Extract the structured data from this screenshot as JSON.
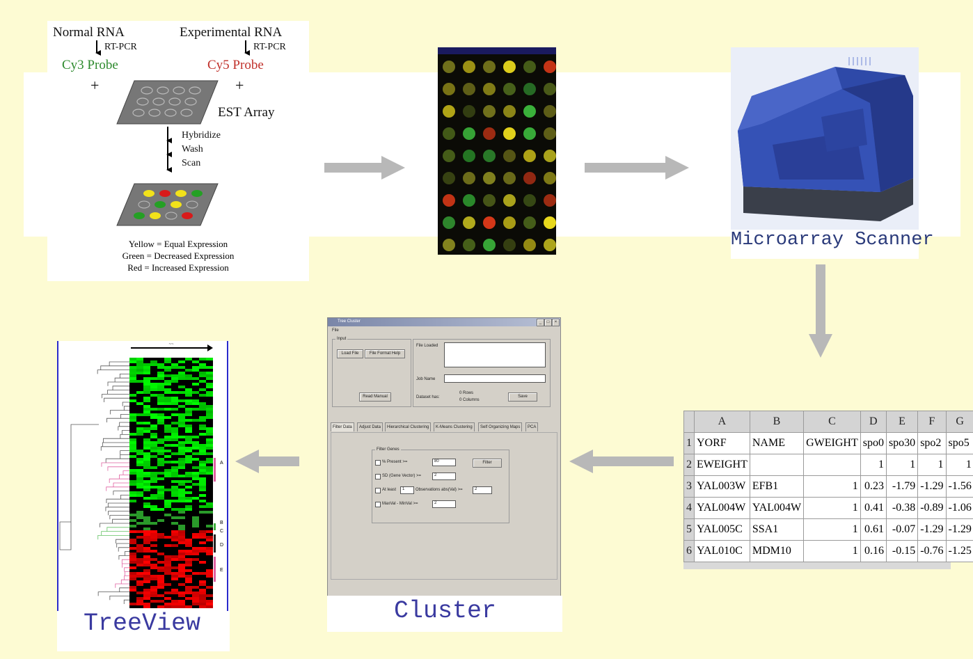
{
  "protocol": {
    "normal_rna": "Normal RNA",
    "experimental_rna": "Experimental RNA",
    "rt_pcr_left": "RT-PCR",
    "rt_pcr_right": "RT-PCR",
    "cy3_probe": "Cy3 Probe",
    "cy5_probe": "Cy5 Probe",
    "plus_left": "+",
    "plus_right": "+",
    "est_array": "EST Array",
    "steps": [
      "Hybridize",
      "Wash",
      "Scan"
    ],
    "legend": [
      "Yellow = Equal Expression",
      "Green = Decreased Expression",
      "Red = Increased Expression"
    ]
  },
  "scanner": {
    "label": "Microarray Scanner"
  },
  "spreadsheet": {
    "column_letters": [
      "A",
      "B",
      "C",
      "D",
      "E",
      "F",
      "G"
    ],
    "row_numbers": [
      "1",
      "2",
      "3",
      "4",
      "5",
      "6"
    ],
    "rows": [
      [
        "YORF",
        "NAME",
        "GWEIGHT",
        "spo0",
        "spo30",
        "spo2",
        "spo5"
      ],
      [
        "EWEIGHT",
        "",
        "",
        "1",
        "1",
        "1",
        "1"
      ],
      [
        "YAL003W",
        "EFB1",
        "1",
        "0.23",
        "-1.79",
        "-1.29",
        "-1.56"
      ],
      [
        "YAL004W",
        "YAL004W",
        "1",
        "0.41",
        "-0.38",
        "-0.89",
        "-1.06"
      ],
      [
        "YAL005C",
        "SSA1",
        "1",
        "0.61",
        "-0.07",
        "-1.29",
        "-1.29"
      ],
      [
        "YAL010C",
        "MDM10",
        "1",
        "0.16",
        "-0.15",
        "-0.76",
        "-1.25"
      ]
    ]
  },
  "cluster": {
    "label": "Cluster",
    "window_title": "Tree Cluster",
    "menu": "File",
    "input_group": "Input",
    "load_file": "Load File",
    "file_format_help": "File Format Help",
    "read_manual": "Read Manual",
    "file_loaded": "File Loaded",
    "job_name": "Job Name",
    "dataset_has": "Dataset has:",
    "rows_text": "0 Rows",
    "columns_text": "0 Columns",
    "save": "Save",
    "tabs": [
      "Filter Data",
      "Adjust Data",
      "Hierarchical Clustering",
      "K-Means Clustering",
      "Self Organizing Maps",
      "PCA"
    ],
    "filter_genes": "Filter Genes",
    "filter_rows": [
      "% Present >=",
      "SD (Gene Vector) >=",
      "At least",
      "MaxVal - MinVal >="
    ],
    "observations": "Observations abs(Val) >=",
    "filter_button": "Filter",
    "values": {
      "pct_present": "80",
      "sd": "2",
      "at_least": "1",
      "obs": "2",
      "maxmin": "2"
    }
  },
  "treeview": {
    "label": "TreeView",
    "cluster_marks": [
      "A",
      "B",
      "C",
      "D",
      "E"
    ]
  },
  "colors": {
    "background": "#fdfbd3",
    "arrow": "#b8b8b8",
    "label": "#3a3aa0",
    "probe_green": "#2d8a2d",
    "probe_red": "#c0302a"
  }
}
